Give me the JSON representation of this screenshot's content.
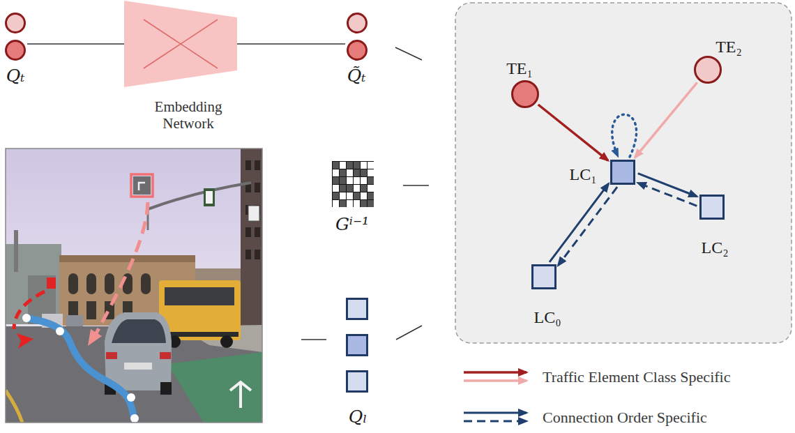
{
  "diagram": {
    "nodes": [
      {
        "text": [
          "Qₜ"
        ]
      },
      {
        "text": [
          "Embedding Network"
        ]
      },
      {
        "text": [
          "Q̃ₜ"
        ]
      },
      {
        "text": [
          "Gⁱ⁻¹"
        ]
      },
      {
        "text": [
          "Qₗ"
        ]
      },
      {
        "text": [
          "TE₁"
        ]
      },
      {
        "text": [
          "TE₂"
        ]
      },
      {
        "text": [
          "LC₁"
        ]
      },
      {
        "text": [
          "LC₂"
        ]
      },
      {
        "text": [
          "LC₀"
        ]
      }
    ],
    "edges": [
      {
        "from": 0,
        "to": 1,
        "arrow": "none"
      },
      {
        "from": 1,
        "to": 2,
        "arrow": "none"
      },
      {
        "from": 5,
        "to": 7,
        "arrow": "to"
      },
      {
        "from": 6,
        "to": 7,
        "arrow": "to"
      },
      {
        "from": 7,
        "to": 7,
        "arrow": "to"
      },
      {
        "from": 7,
        "to": 8,
        "arrow": "to"
      },
      {
        "from": 8,
        "to": 7,
        "arrow": "to"
      },
      {
        "from": 9,
        "to": 7,
        "arrow": "to"
      },
      {
        "from": 7,
        "to": 9,
        "arrow": "to"
      }
    ],
    "legend": [
      {
        "text": "Traffic Element Class Specific"
      },
      {
        "text": "Connection Order Specific"
      }
    ]
  }
}
